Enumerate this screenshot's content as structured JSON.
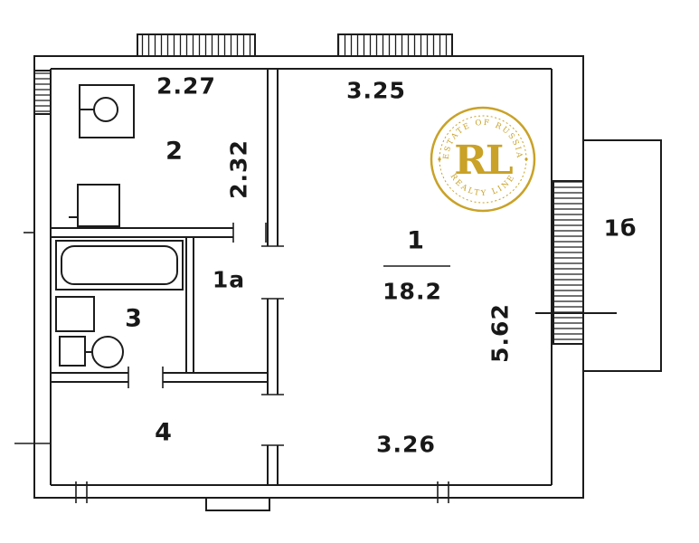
{
  "plan": {
    "line_color": "#1c1c1c",
    "room1": {
      "number": "1",
      "area": "18.2"
    },
    "room1a": {
      "label": "1а"
    },
    "room1b": {
      "label": "1б"
    },
    "room2": {
      "label": "2"
    },
    "room3": {
      "label": "3"
    },
    "room4": {
      "label": "4"
    },
    "dims": {
      "kitchen_width": "2.27",
      "kitchen_depth": "2.32",
      "room1_width_top": "3.25",
      "room1_width_bottom": "3.26",
      "room1_depth": "5.62"
    }
  },
  "watermark": {
    "initials": "RL",
    "arc_top": "ESTATE OF RUSSIA",
    "arc_bottom": "REALTY LINE",
    "gold": "#c9a227"
  }
}
